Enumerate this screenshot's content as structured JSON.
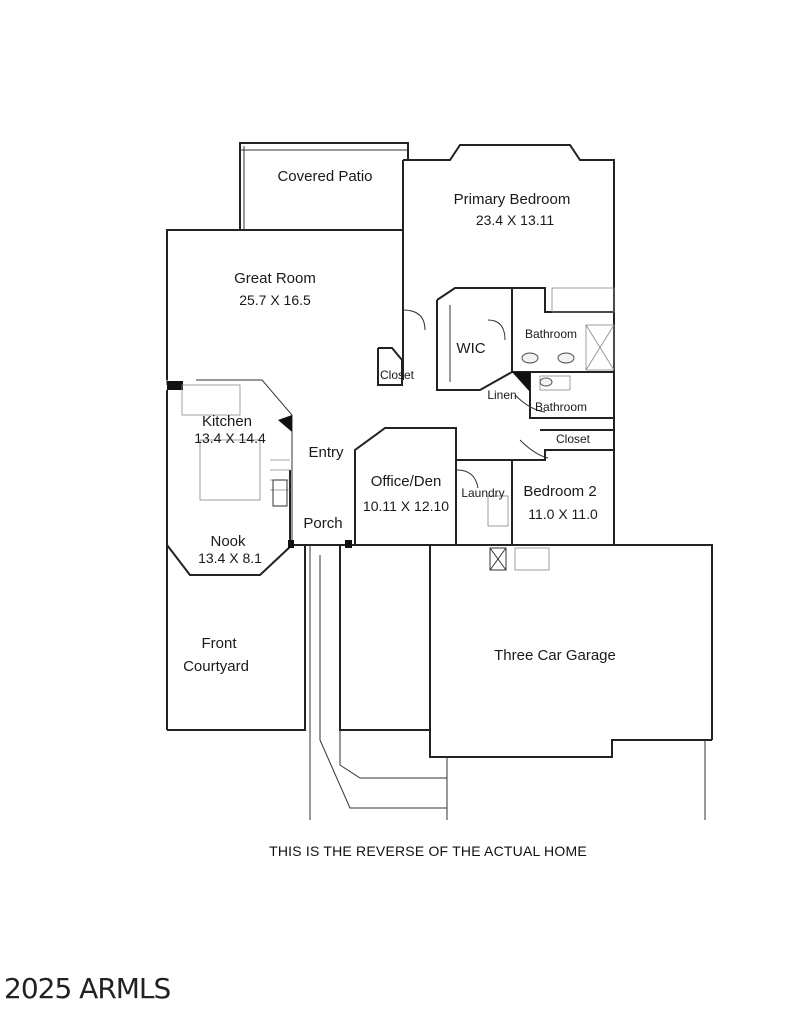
{
  "rooms": {
    "covered_patio": {
      "name": "Covered Patio"
    },
    "primary_bedroom": {
      "name": "Primary Bedroom",
      "size": "23.4 X 13.11"
    },
    "great_room": {
      "name": "Great Room",
      "size": "25.7 X 16.5"
    },
    "wic": {
      "name": "WIC"
    },
    "bathroom_primary": {
      "name": "Bathroom"
    },
    "closet_great": {
      "name": "Closet"
    },
    "linen": {
      "name": "Linen"
    },
    "bathroom_2": {
      "name": "Bathroom"
    },
    "closet_bed2": {
      "name": "Closet"
    },
    "kitchen": {
      "name": "Kitchen",
      "size": "13.4 X 14.4"
    },
    "entry": {
      "name": "Entry"
    },
    "office_den": {
      "name": "Office/Den",
      "size": "10.11 X 12.10"
    },
    "laundry": {
      "name": "Laundry"
    },
    "bedroom_2": {
      "name": "Bedroom 2",
      "size": "11.0 X 11.0"
    },
    "porch": {
      "name": "Porch"
    },
    "nook": {
      "name": "Nook",
      "size": "13.4 X 8.1"
    },
    "front_courtyard": {
      "name_line1": "Front",
      "name_line2": "Courtyard"
    },
    "garage": {
      "name": "Three Car Garage"
    }
  },
  "note": "THIS IS THE REVERSE OF THE ACTUAL HOME",
  "copyright": "2025 ARMLS"
}
